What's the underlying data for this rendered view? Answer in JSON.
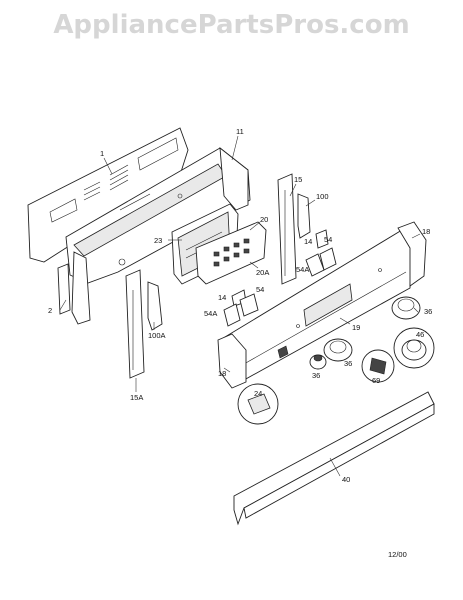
{
  "watermark": "AppliancePartsPros.com",
  "date_code": "12/00",
  "labels": {
    "p1": "1",
    "p2": "2",
    "p11": "11",
    "p15": "15",
    "p15a": "15A",
    "p100": "100",
    "p100a": "100A",
    "p20": "20",
    "p23": "23",
    "p20a": "20A",
    "p14a": "14",
    "p54a": "54",
    "p54b": "54A",
    "p14b": "14",
    "p54c": "54",
    "p54d": "54A",
    "p18a": "18",
    "p18b": "18",
    "p19": "19",
    "p36a": "36",
    "p36b": "36",
    "p36c": "36",
    "p46": "46",
    "p69": "69",
    "p24": "24",
    "p40": "40"
  }
}
